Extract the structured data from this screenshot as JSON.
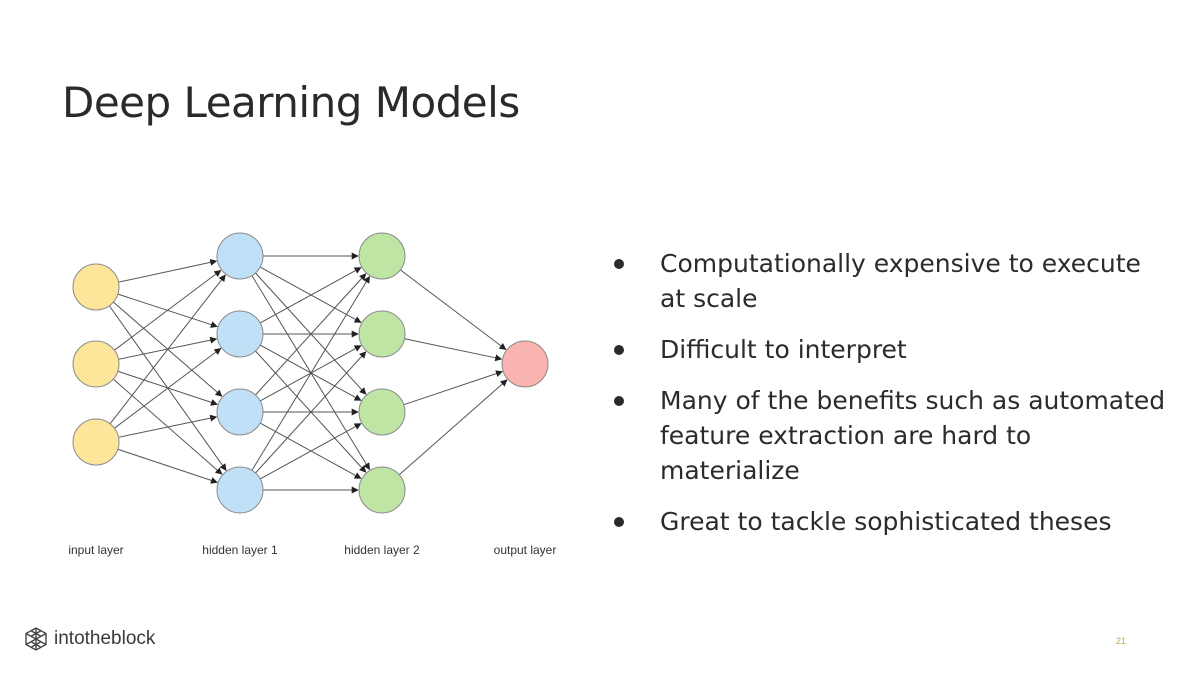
{
  "slide": {
    "title": "Deep Learning Models",
    "page_number": "21"
  },
  "network": {
    "layers": [
      {
        "label": "input layer",
        "nodes": 3,
        "color": "#fde59a"
      },
      {
        "label": "hidden layer 1",
        "nodes": 4,
        "color": "#bfe0f7"
      },
      {
        "label": "hidden layer 2",
        "nodes": 4,
        "color": "#bfe5a5"
      },
      {
        "label": "output layer",
        "nodes": 1,
        "color": "#f9b3b0"
      }
    ]
  },
  "bullets": [
    "Computationally expensive to execute at scale",
    "Difficult to interpret",
    "Many of the benefits such as automated feature extraction are hard to materialize",
    "Great to tackle sophisticated theses"
  ],
  "brand": {
    "name": "intotheblock",
    "icon": "cube-lattice-icon"
  }
}
